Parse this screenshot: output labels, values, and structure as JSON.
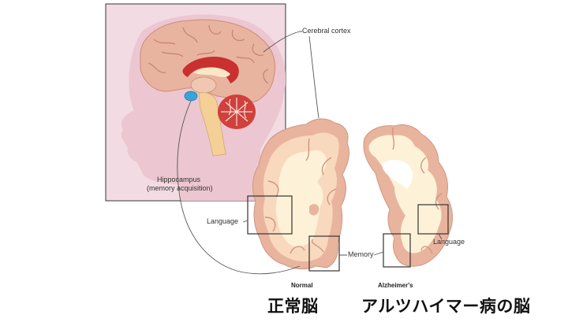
{
  "labels": {
    "cerebral_cortex": "Cerebral cortex",
    "hippocampus": "Hippocampus",
    "hippocampus_sub": "(memory acquisition)",
    "language_left": "Language",
    "language_right": "Language",
    "memory": "Memory",
    "normal": "Normal",
    "alzheimers": "Alzheimer's"
  },
  "captions": {
    "normal_jp": "正常脳",
    "alzheimers_jp": "アルツハイマー病の脳"
  },
  "colors": {
    "panel_bg": "#f3dbe3",
    "head_silhouette": "#ecc6d0",
    "cortex_outer": "#e9b49e",
    "cortex_inner": "#fbe6c6",
    "white_matter": "#fdf2d8",
    "corpus_callosum": "#c9302f",
    "cerebellum": "#d0403c",
    "hippocampus": "#3aa4d6",
    "brainstem": "#f4cf96",
    "leader_line": "#555555"
  }
}
